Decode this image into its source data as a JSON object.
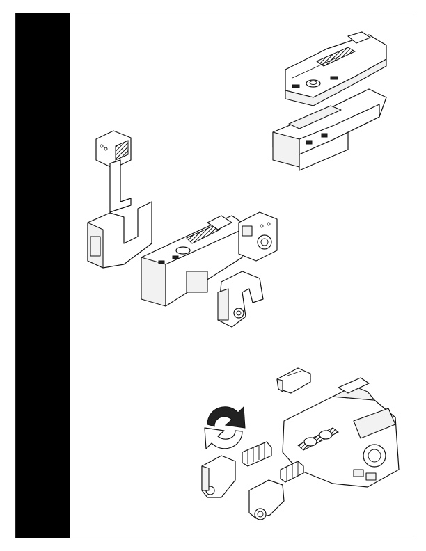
{
  "page": {
    "background_color": "#ffffff",
    "sidebar_color": "#000000",
    "line_color": "#111111"
  },
  "figures": [
    {
      "id": "step-1-tank-assembly",
      "icon": "tank-body-exploded-illustration"
    },
    {
      "id": "step-2-chassis-assembly",
      "icon": "chassis-exploded-illustration"
    },
    {
      "id": "step-3-rotate-and-attach",
      "icon": "rotate-arrow-icon"
    }
  ]
}
